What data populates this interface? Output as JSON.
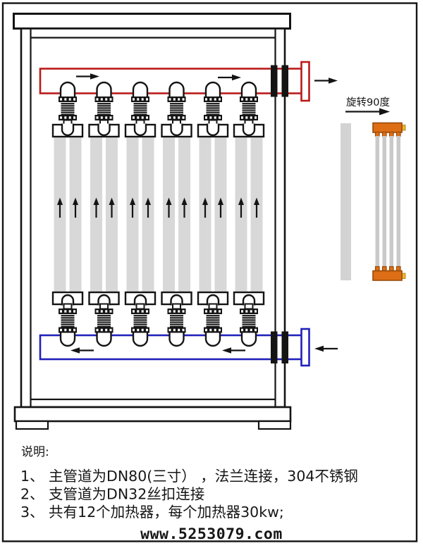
{
  "annotation": {
    "rotate_label": "旋转90度"
  },
  "notes": {
    "title": "说明:",
    "items": [
      "1、 主管道为DN80(三寸） ，法兰连接，304不锈钢",
      "2、 支管道为DN32丝扣连接",
      "3、 共有12个加热器，每个加热器30kw;"
    ]
  },
  "watermark": "www.5253079.com",
  "diagram": {
    "heater_columns": 6,
    "tubes_per_column": 2,
    "rotated_view_tubes": 4,
    "colors": {
      "outlet_pipe_red": "#bb1a1a",
      "inlet_pipe_blue": "#2121bb",
      "heater_header_orange": "#dd6e15",
      "heater_tab_yellow": "#e9b52f",
      "tube_gray": "#d8d8d8",
      "line_black": "#141414"
    }
  }
}
